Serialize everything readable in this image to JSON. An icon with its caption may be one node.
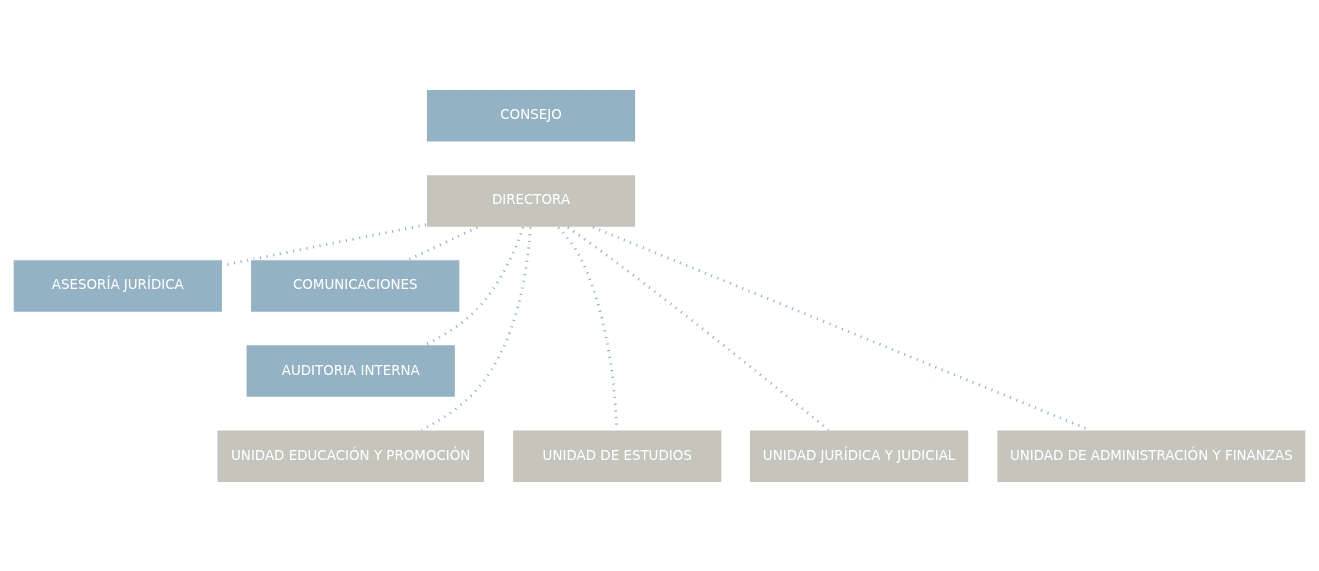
{
  "diagram": {
    "nodes": [
      {
        "text": [
          "CONSEJO"
        ]
      },
      {
        "text": [
          "DIRECTORA"
        ]
      },
      {
        "text": [
          "ASESORÍA JURÍDICA"
        ]
      },
      {
        "text": [
          "COMUNICACIONES"
        ]
      },
      {
        "text": [
          "AUDITORIA INTERNA"
        ]
      },
      {
        "text": [
          "UNIDAD EDUCACIÓN Y PROMOCIÓN"
        ]
      },
      {
        "text": [
          "UNIDAD DE ESTUDIOS"
        ]
      },
      {
        "text": [
          "UNIDAD JURÍDICA Y JUDICIAL"
        ]
      },
      {
        "text": [
          "UNIDAD DE ADMINISTRACIÓN Y FINANZAS"
        ]
      }
    ],
    "edges": [
      {
        "from": 1,
        "to": 2,
        "arrow": "none",
        "style": "dashed"
      },
      {
        "from": 1,
        "to": 3,
        "arrow": "none",
        "style": "dashed"
      },
      {
        "from": 1,
        "to": 4,
        "arrow": "none",
        "style": "dashed"
      },
      {
        "from": 1,
        "to": 5,
        "arrow": "none",
        "style": "dashed"
      },
      {
        "from": 1,
        "to": 6,
        "arrow": "none",
        "style": "dashed"
      },
      {
        "from": 1,
        "to": 7,
        "arrow": "none",
        "style": "dashed"
      },
      {
        "from": 1,
        "to": 8,
        "arrow": "none",
        "style": "dashed"
      }
    ]
  }
}
